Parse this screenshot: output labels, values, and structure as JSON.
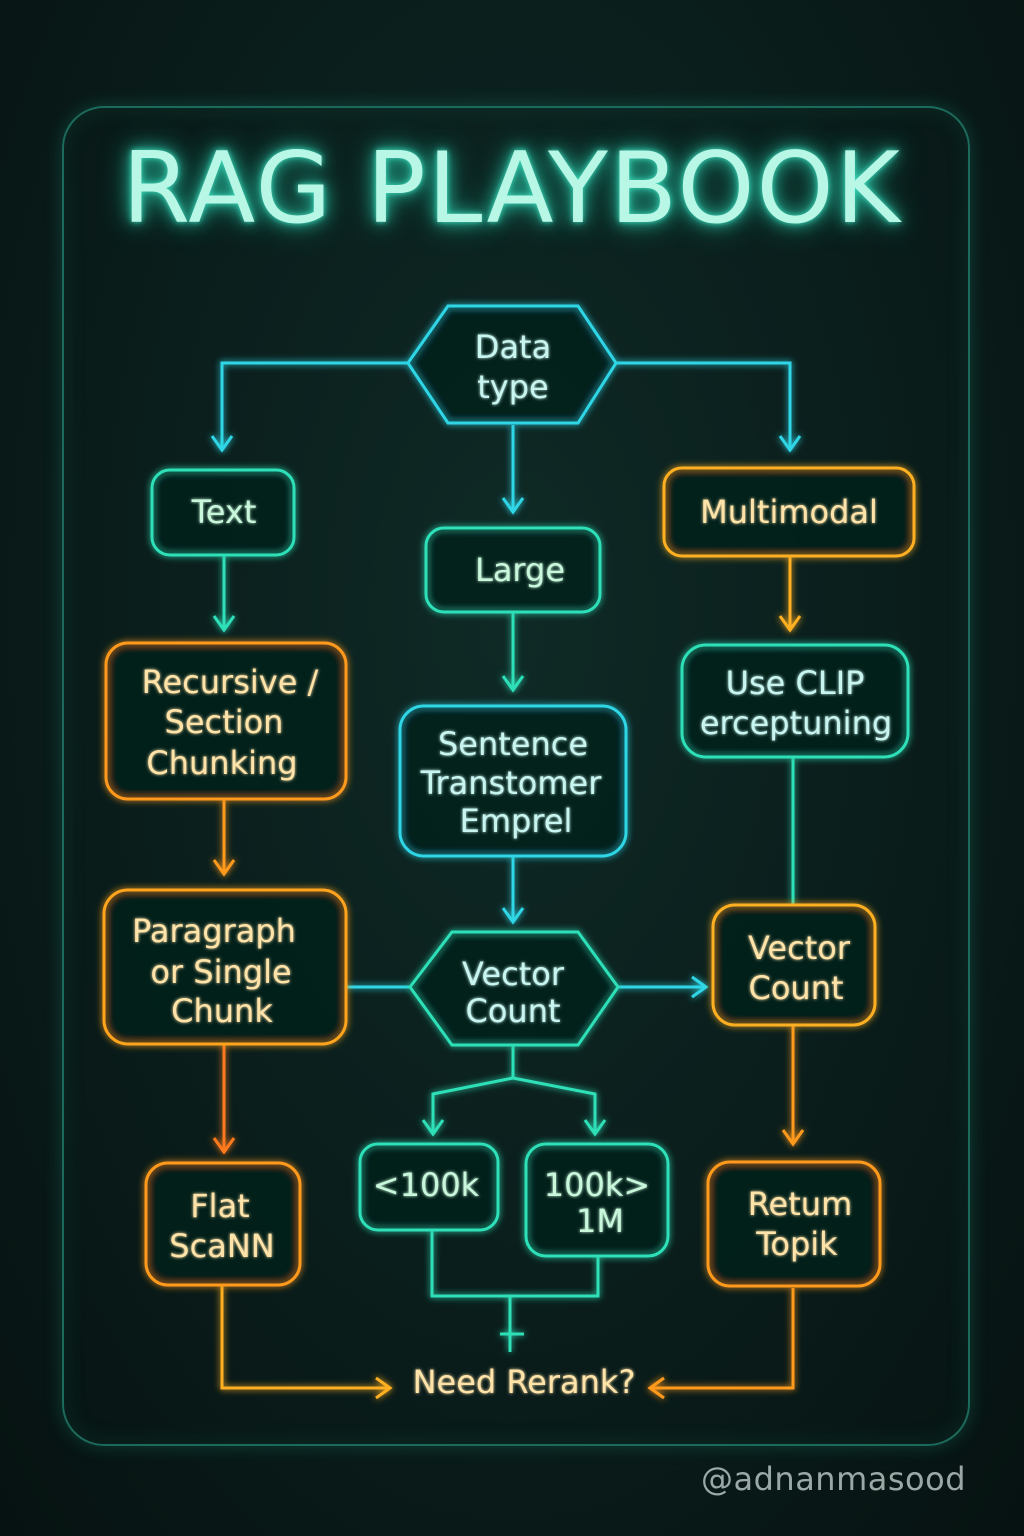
{
  "title": "RAG PLAYBOOK",
  "watermark": "@adnanmasood",
  "nodes": {
    "data_type": [
      "Data",
      "type"
    ],
    "text": [
      "Text"
    ],
    "large": [
      "Large"
    ],
    "multimodal": [
      "Multimodal"
    ],
    "recursive": [
      "Recursive /",
      "Section",
      "Chunking"
    ],
    "sentence": [
      "Sentence",
      "Transtomer",
      "Emprel"
    ],
    "clip": [
      "Use CLIP",
      "erceptuning"
    ],
    "paragraph": [
      "Paragraph",
      "or Single",
      "Chunk"
    ],
    "vector_count_center": [
      "Vector",
      "Count"
    ],
    "vector_count_right": [
      "Vector",
      "Count"
    ],
    "lt100k": [
      "<100k"
    ],
    "k100_1m": [
      "100k>",
      "1M"
    ],
    "flat": [
      "Flat",
      "ScaNN"
    ],
    "return": [
      "Retum",
      "Topik"
    ],
    "rerank": [
      "Need Rerank?"
    ]
  },
  "colors": {
    "cyan": "#2fd6e6",
    "teal": "#2ee0b8",
    "orange": "#ff9a1f",
    "amber": "#ffb020",
    "text_cyan": "#c8f5f0",
    "text_orange": "#ffe3a8"
  }
}
